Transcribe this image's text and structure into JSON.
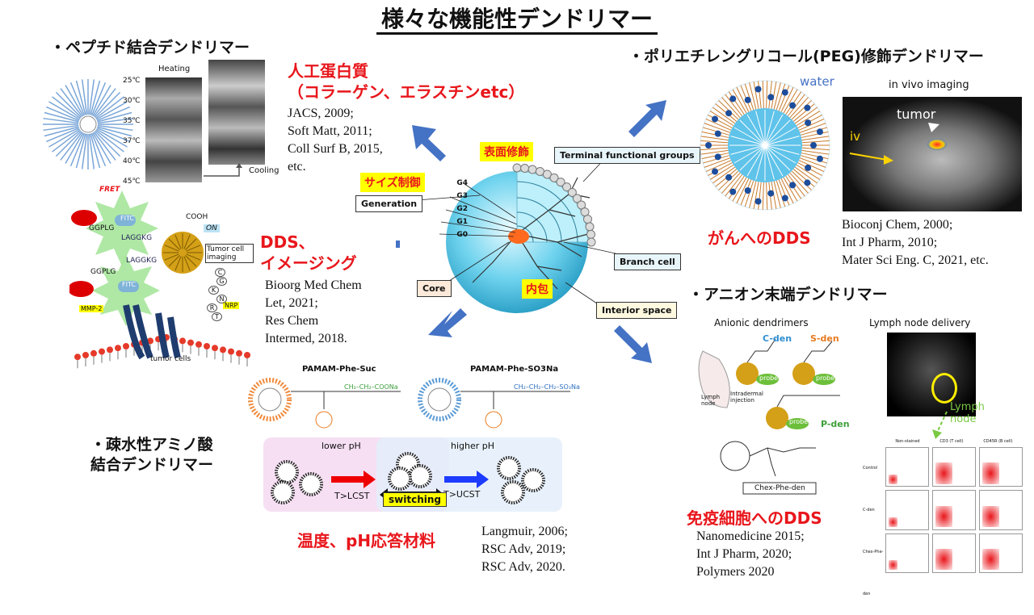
{
  "title": "様々な機能性デンドリマー",
  "sections": {
    "peptide": {
      "heading": "・ペプチド結合デンドリマー",
      "red_line1": "人工蛋白質",
      "red_line2": "（コラーゲン、エラスチンetc）",
      "refs": [
        "JACS, 2009;",
        "Soft Matt, 2011;",
        "Coll Surf B, 2015,",
        "etc."
      ],
      "heating": "Heating",
      "cooling": "Cooling",
      "temps": [
        "25℃",
        "30℃",
        "35℃",
        "37℃",
        "40℃",
        "45℃"
      ]
    },
    "peg": {
      "heading": "・ポリエチレングリコール(PEG)修飾デンドリマー",
      "water": "water",
      "in_vivo": "in vivo imaging",
      "tumor": "tumor",
      "iv": "iv",
      "red": "がんへのDDS",
      "refs": [
        "Bioconj Chem, 2000;",
        "Int J Pharm, 2010;",
        "Mater Sci Eng. C, 2021, etc."
      ]
    },
    "dds_imaging": {
      "red_line1": "DDS、",
      "red_line2": "イメージング",
      "refs": [
        "Bioorg Med Chem",
        "Let, 2021;",
        "Res Chem",
        "Intermed, 2018."
      ],
      "fret": "FRET",
      "cooh": "COOH",
      "on": "ON",
      "tumor_cell_imaging": "Tumor cell imaging",
      "fitc": "FITC",
      "laggkg": "LAGGKG",
      "ggplg": "GGPLG",
      "mmp2": "MMP-2",
      "nrp": "NRP",
      "tumor_cells": "tumor cells",
      "ckgnrt": [
        "C",
        "G",
        "K",
        "N",
        "R",
        "T"
      ]
    },
    "anion": {
      "heading": "・アニオン末端デンドリマー",
      "anionic": "Anionic dendrimers",
      "lymph_delivery": "Lymph node delivery",
      "c_den": "C-den",
      "s_den": "S-den",
      "p_den": "P-den",
      "probe": "probe",
      "lymph_node_small": "Lymph node",
      "intradermal": "Intradermal injection",
      "chex": "Chex-Phe-den",
      "lymph_label_1": "Lymph",
      "lymph_label_2": "node",
      "red": "免疫細胞へのDDS",
      "refs": [
        "Nanomedicine 2015;",
        "Int J Pharm, 2020;",
        "Polymers 2020"
      ],
      "flow_cols": [
        "Non-stained",
        "CD3 (T cell)",
        "CD45R (B cell)"
      ],
      "flow_rows": [
        "Control",
        "C-den",
        "Chex-Phe-den"
      ]
    },
    "hydrophobic": {
      "heading_line1": "・疎水性アミノ酸",
      "heading_line2": "結合デンドリマー",
      "red": "温度、pH応答材料",
      "refs": [
        "Langmuir,  2006;",
        "RSC Adv, 2019;",
        "RSC Adv, 2020."
      ],
      "pamam_suc": "PAMAM-Phe-Suc",
      "pamam_so3na": "PAMAM-Phe-SO3Na",
      "lower_ph": "lower pH",
      "higher_ph": "higher pH",
      "t_lcst": "T>LCST",
      "t_ucst": "T>UCST",
      "switching": "switching"
    },
    "center": {
      "surface_mod": "表面修飾",
      "size_control": "サイズ制御",
      "encapsulation": "内包",
      "terminal": "Terminal functional groups",
      "generation": "Generation",
      "branch_cell": "Branch cell",
      "core": "Core",
      "interior": "Interior space",
      "gens": [
        "G4",
        "G3",
        "G2",
        "G1",
        "G0"
      ]
    }
  },
  "colors": {
    "red": "#e8161b",
    "arrow": "#4472c4",
    "yellow": "#ffff00",
    "sphere": "#5cc8e8"
  }
}
